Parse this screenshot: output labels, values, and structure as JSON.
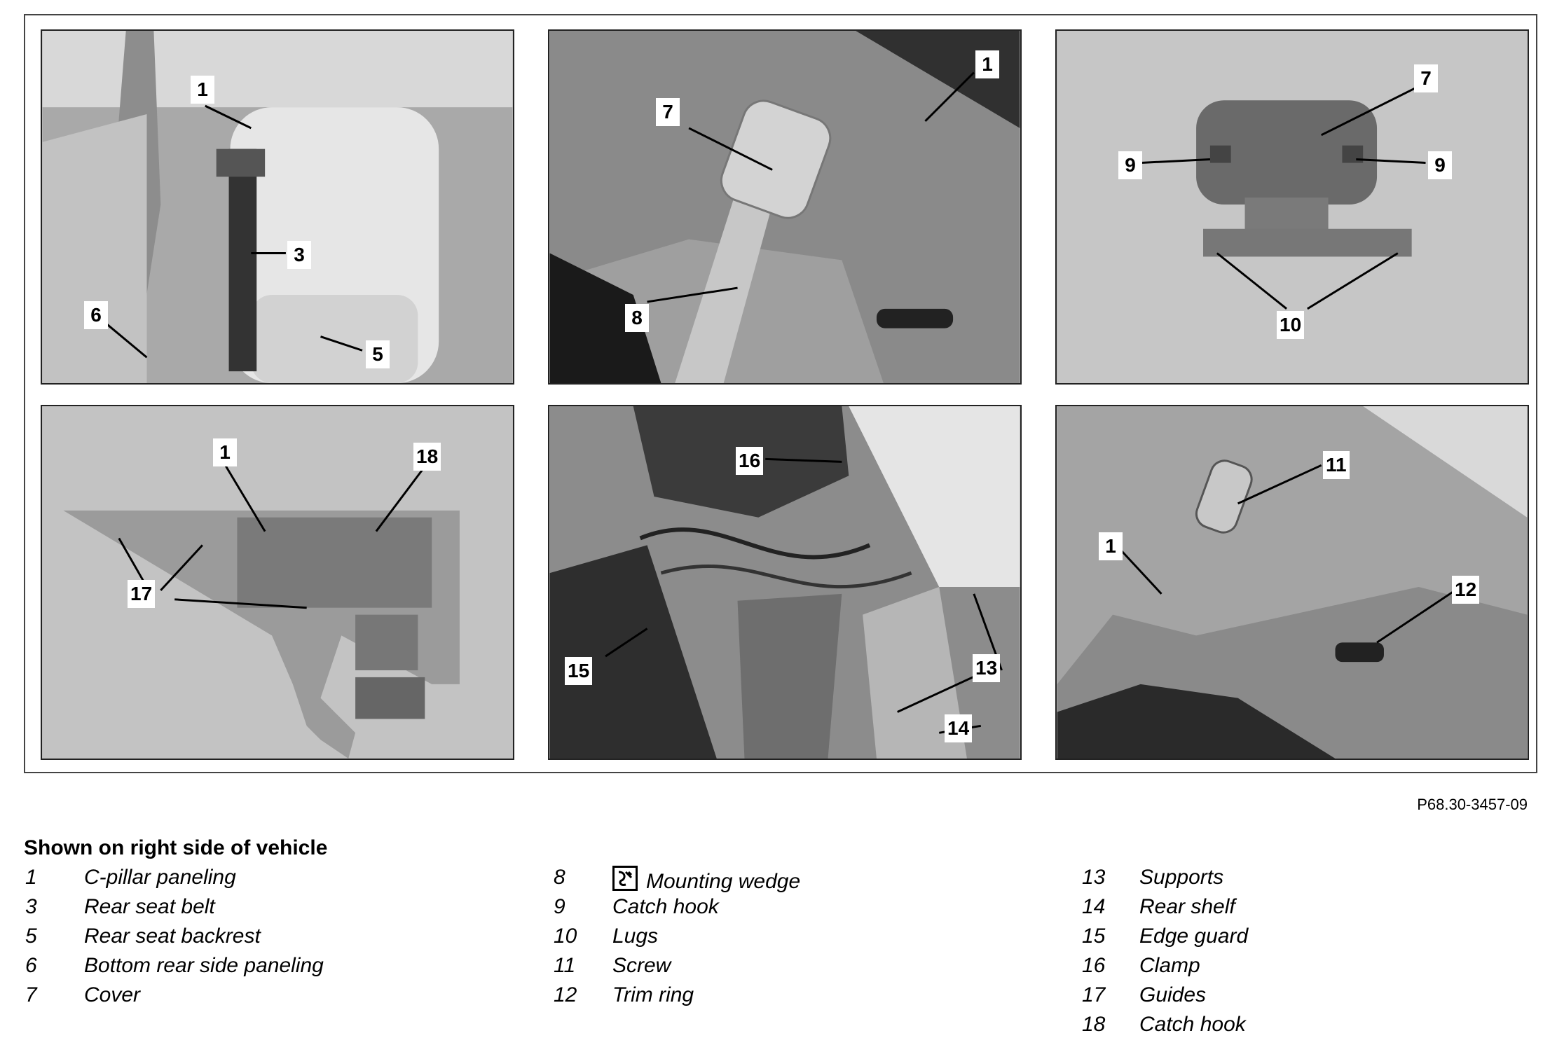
{
  "figure": {
    "panels": [
      {
        "name": "seat-belt-view",
        "callouts": [
          "1",
          "3",
          "6",
          "5"
        ]
      },
      {
        "name": "wedge-view",
        "callouts": [
          "1",
          "7",
          "8"
        ]
      },
      {
        "name": "cover-view",
        "callouts": [
          "7",
          "9",
          "9",
          "10"
        ]
      },
      {
        "name": "paneling-removed-view",
        "callouts": [
          "1",
          "18",
          "17"
        ]
      },
      {
        "name": "wiring-view",
        "callouts": [
          "16",
          "15",
          "13",
          "14"
        ]
      },
      {
        "name": "trim-ring-view",
        "callouts": [
          "11",
          "1",
          "12"
        ]
      }
    ],
    "figure_id": "P68.30-3457-09"
  },
  "legend": {
    "title": "Shown on right side of vehicle",
    "col1": [
      {
        "num": "1",
        "label": "C-pillar paneling"
      },
      {
        "num": "3",
        "label": "Rear seat belt"
      },
      {
        "num": "5",
        "label": "Rear seat backrest"
      },
      {
        "num": "6",
        "label": "Bottom rear side paneling"
      },
      {
        "num": "7",
        "label": "Cover"
      }
    ],
    "col2": [
      {
        "num": "8",
        "label": "Mounting wedge",
        "icon": "special-tool-icon"
      },
      {
        "num": "9",
        "label": "Catch hook"
      },
      {
        "num": "10",
        "label": "Lugs"
      },
      {
        "num": "11",
        "label": "Screw"
      },
      {
        "num": "12",
        "label": "Trim ring"
      }
    ],
    "col3": [
      {
        "num": "13",
        "label": "Supports"
      },
      {
        "num": "14",
        "label": "Rear shelf"
      },
      {
        "num": "15",
        "label": "Edge guard"
      },
      {
        "num": "16",
        "label": "Clamp"
      },
      {
        "num": "17",
        "label": "Guides"
      },
      {
        "num": "18",
        "label": "Catch hook"
      }
    ]
  }
}
